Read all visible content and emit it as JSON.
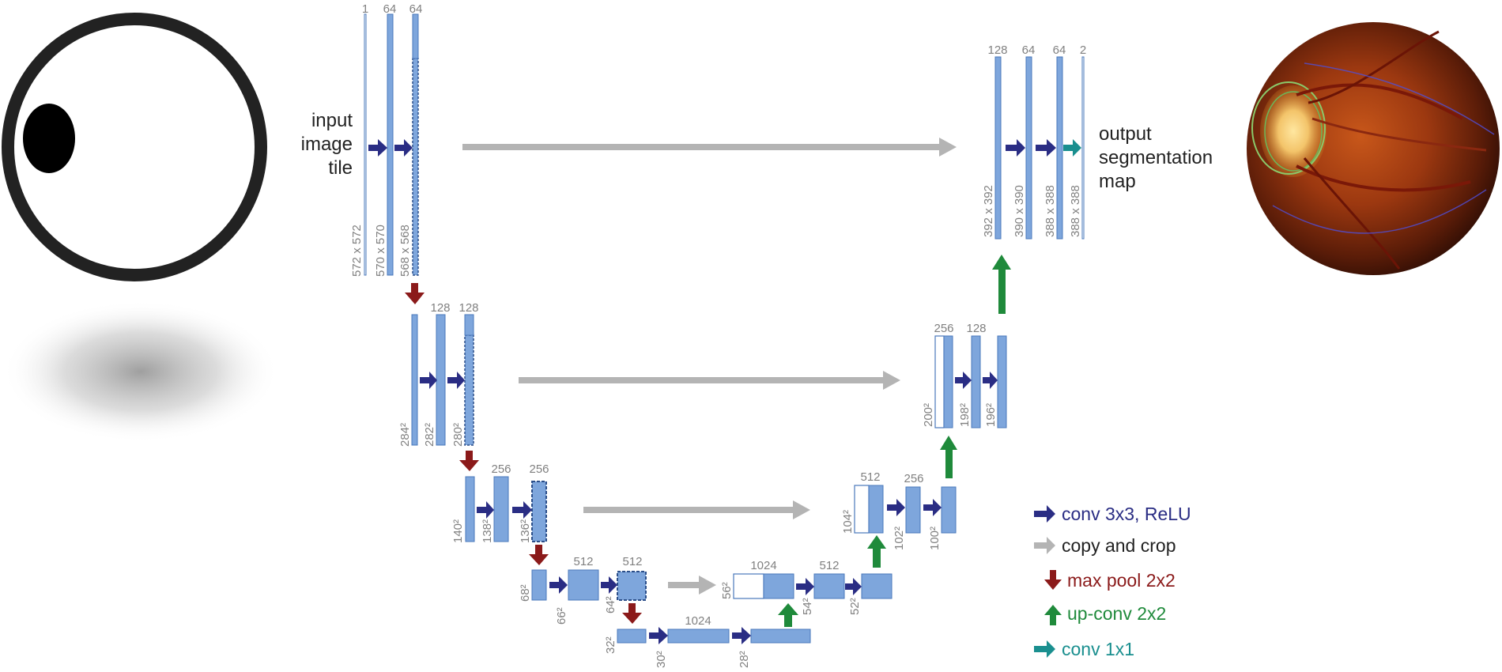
{
  "diagram": {
    "input_label": [
      "input",
      "image",
      "tile"
    ],
    "output_label": [
      "output",
      "segmentation",
      "map"
    ],
    "colors": {
      "block_fill": "#7ea6dc",
      "block_stroke": "#4a78bb",
      "conv_arrow": "#2a2d84",
      "copy_arrow": "#b4b4b4",
      "pool_arrow": "#8b1a1a",
      "upconv_arrow": "#1f8a3b",
      "conv1x1_arrow": "#1a8f8f",
      "label_gray": "#808080"
    },
    "levels": [
      {
        "channels": [
          "1",
          "64",
          "64"
        ],
        "sizes": [
          "572 x 572",
          "570 x 570",
          "568 x 568"
        ]
      },
      {
        "channels": [
          "128",
          "128"
        ],
        "sizes": [
          "284²",
          "282²",
          "280²"
        ]
      },
      {
        "channels": [
          "256",
          "256"
        ],
        "sizes": [
          "140²",
          "138²",
          "136²"
        ]
      },
      {
        "channels": [
          "512",
          "512"
        ],
        "sizes": [
          "68²",
          "66²",
          "64²"
        ]
      },
      {
        "channels": [
          "1024"
        ],
        "sizes": [
          "32²",
          "30²",
          "28²"
        ]
      }
    ],
    "up_levels": [
      {
        "channels": [
          "1024",
          "512"
        ],
        "sizes": [
          "56²",
          "54²",
          "52²"
        ]
      },
      {
        "channels": [
          "512",
          "256"
        ],
        "sizes": [
          "104²",
          "102²",
          "100²"
        ]
      },
      {
        "channels": [
          "256",
          "128"
        ],
        "sizes": [
          "200²",
          "198²",
          "196²"
        ]
      },
      {
        "channels": [
          "128",
          "64",
          "64",
          "2"
        ],
        "sizes": [
          "392 x 392",
          "390 x 390",
          "388 x 388",
          "388 x 388"
        ]
      }
    ],
    "legend": [
      {
        "label": "conv 3x3, ReLU",
        "arrow": "conv",
        "color": "#2a2d84"
      },
      {
        "label": "copy and crop",
        "arrow": "copy",
        "color": "#222222"
      },
      {
        "label": "max pool 2x2",
        "arrow": "pool",
        "color": "#8b1a1a"
      },
      {
        "label": "up-conv 2x2",
        "arrow": "up",
        "color": "#1f8a3b"
      },
      {
        "label": "conv 1x1",
        "arrow": "conv1",
        "color": "#1a8f8f"
      }
    ]
  }
}
